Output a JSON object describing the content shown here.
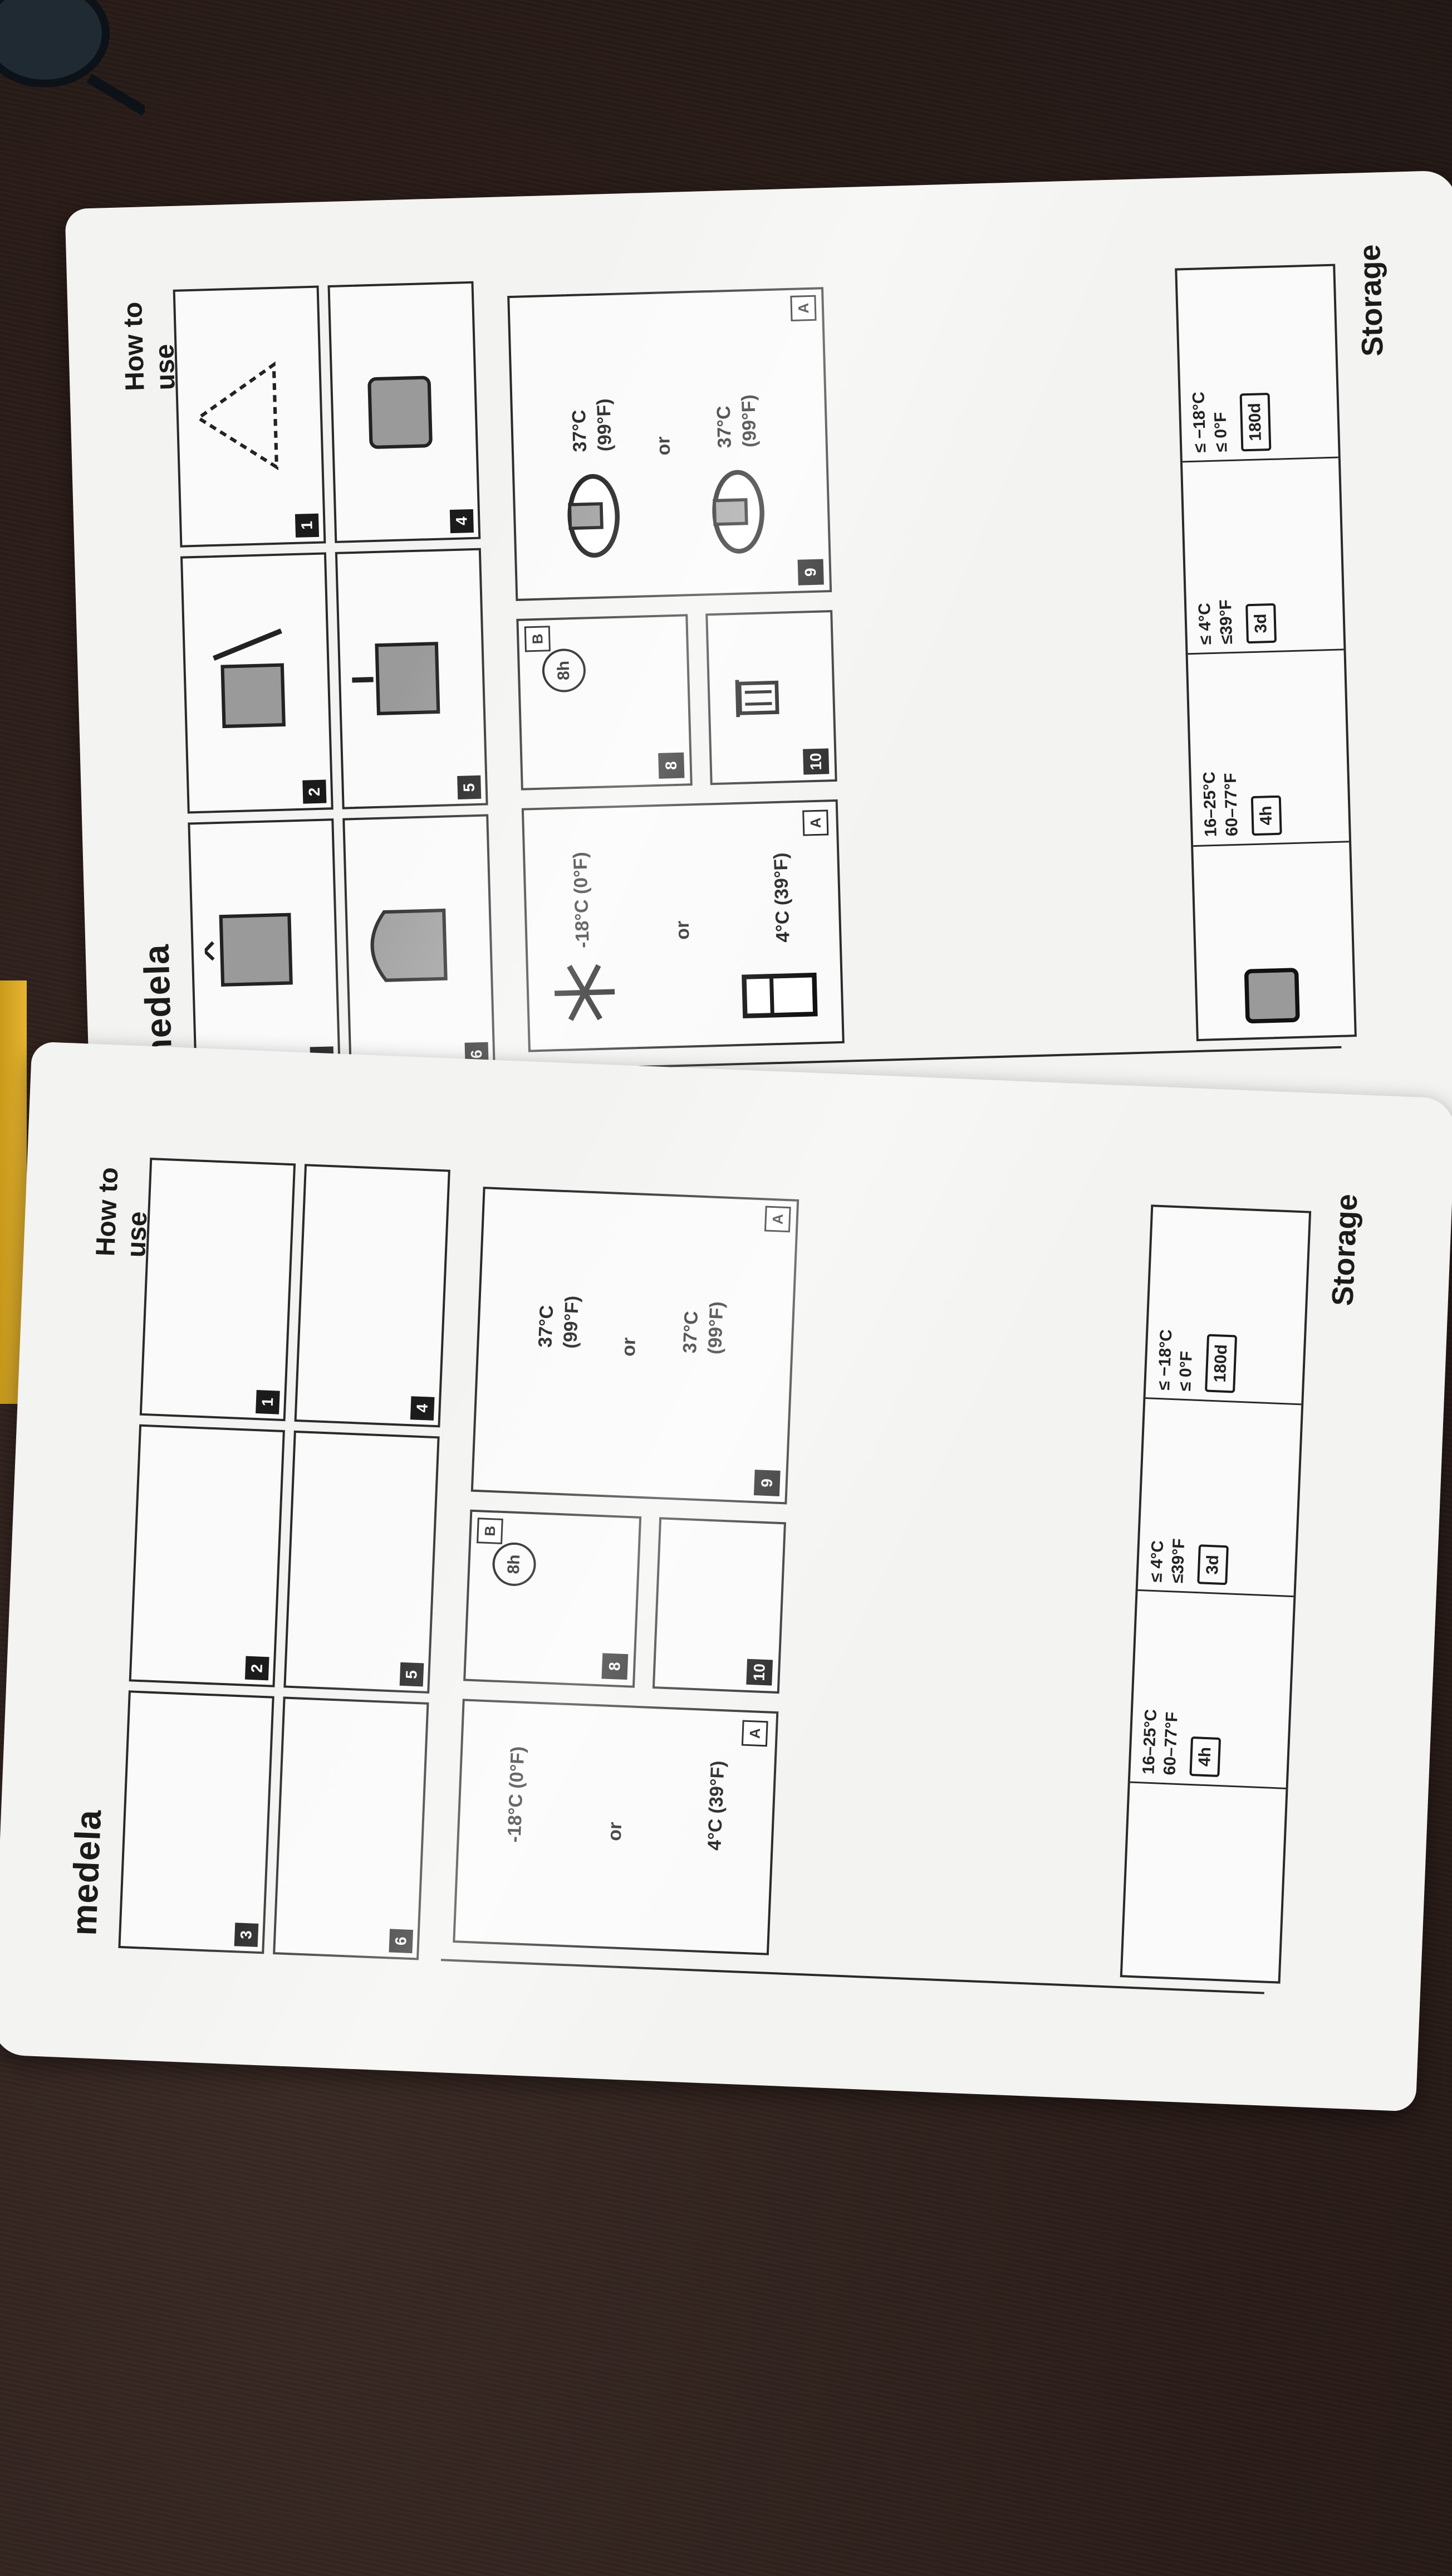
{
  "pouch_text": {
    "brand": "medela",
    "how_to_use": "How to use",
    "storage": "Storage",
    "steps": [
      "1",
      "2",
      "3",
      "4",
      "5",
      "6"
    ],
    "later_steps": [
      "8",
      "9",
      "10"
    ],
    "tag_a": "A",
    "tag_b": "B",
    "fridge_temp": "4°C (39°F)",
    "freezer_temp": "-18°C (0°F)",
    "or": "or",
    "warm_temp_c": "37°C",
    "warm_temp_f": "(99°F)",
    "thaw_time": "8h",
    "storage_rows": {
      "room": {
        "celsius": "16–25°C",
        "fahrenheit": "60–77°F",
        "duration": "4h"
      },
      "fridge": {
        "celsius": "≤ 4°C",
        "fahrenheit": "≤39°F",
        "duration": "3d"
      },
      "freezer": {
        "celsius": "≤ −18°C",
        "fahrenheit": "≤ 0°F",
        "duration": "180d"
      }
    }
  },
  "icons": [
    "glasses-icon",
    "snowflake-icon",
    "fridge-icon",
    "pot-icon",
    "bag-icon",
    "trash-icon",
    "thermometer-house-icon",
    "clock-icon",
    "calendar-icon"
  ],
  "colors": {
    "table": "#2e211d",
    "pouch": "#f3f3f1",
    "ink": "#1b1b1b",
    "yellow": "#e6b430"
  }
}
